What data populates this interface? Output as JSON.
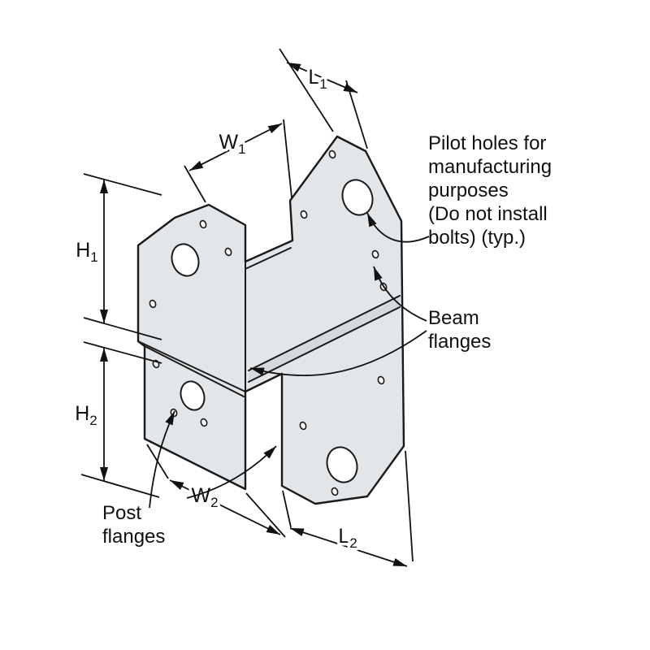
{
  "diagram": {
    "type": "technical-diagram",
    "subject": "Post-to-beam connector dimension diagram",
    "colors": {
      "outline": "#1a1a1a",
      "plate_fill": "#e2e6e9",
      "bend_shade": "#ccd3d8",
      "background": "#ffffff"
    },
    "dimensions": {
      "l1": {
        "letter": "L",
        "sub": "1"
      },
      "w1": {
        "letter": "W",
        "sub": "1"
      },
      "h1": {
        "letter": "H",
        "sub": "1"
      },
      "h2": {
        "letter": "H",
        "sub": "2"
      },
      "w2": {
        "letter": "W",
        "sub": "2"
      },
      "l2": {
        "letter": "L",
        "sub": "2"
      }
    },
    "notes": {
      "pilot_holes": {
        "lines": [
          "Pilot holes for",
          "manufacturing",
          "purposes",
          "(Do not install",
          "bolts) (typ.)"
        ]
      },
      "beam_flanges": {
        "lines": [
          "Beam",
          "flanges"
        ]
      },
      "post_flanges": {
        "lines": [
          "Post",
          "flanges"
        ]
      }
    }
  }
}
